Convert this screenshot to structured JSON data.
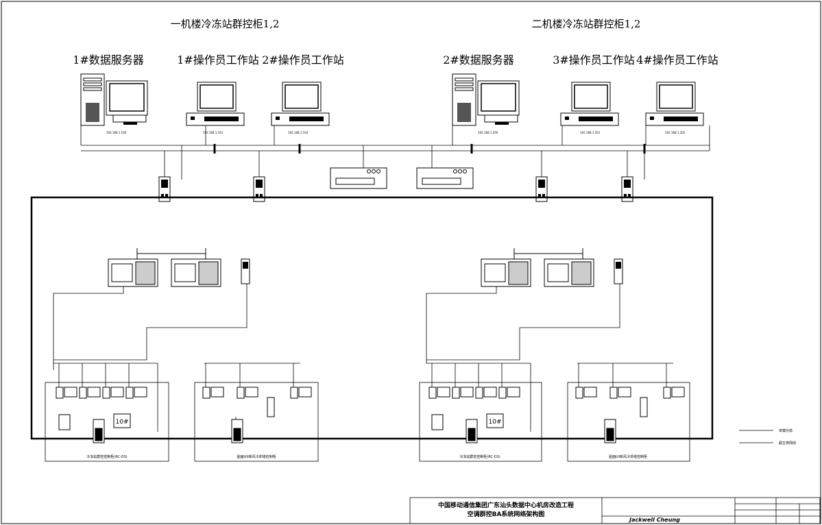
{
  "headers": {
    "left_group": "一机楼冷冻站群控柜1,2",
    "right_group": "二机楼冷冻站群控柜1,2"
  },
  "workstations": [
    {
      "label": "1#数据服务器",
      "type": "server",
      "ip": "192.168.1.100"
    },
    {
      "label": "1#操作员工作站",
      "type": "workstation",
      "ip": "192.168.1.101"
    },
    {
      "label": "2#操作员工作站",
      "type": "workstation",
      "ip": "192.168.1.102"
    },
    {
      "label": "2#数据服务器",
      "type": "server",
      "ip": "192.168.1.200"
    },
    {
      "label": "3#操作员工作站",
      "type": "workstation",
      "ip": "192.168.1.201"
    },
    {
      "label": "4#操作员工作站",
      "type": "workstation",
      "ip": "192.168.1.202"
    }
  ],
  "legend": [
    {
      "label": "单模光缆"
    },
    {
      "label": "超五类网线"
    }
  ],
  "panels": [
    {
      "label": "冷冻站群控控制柜(RC-DS)"
    },
    {
      "label": "屋面II/II新风冷却塔控制柜"
    },
    {
      "label": "冷冻站群控控制柜(RC-DS)"
    },
    {
      "label": "屋面I/II新风冷却塔控制柜"
    }
  ],
  "titleblock": {
    "line1": "中国移动通信集团广东汕头数据中心机房改造工程",
    "line2": "空调群控BA系统网络架构图",
    "designer": "Jackwell Cheung"
  }
}
